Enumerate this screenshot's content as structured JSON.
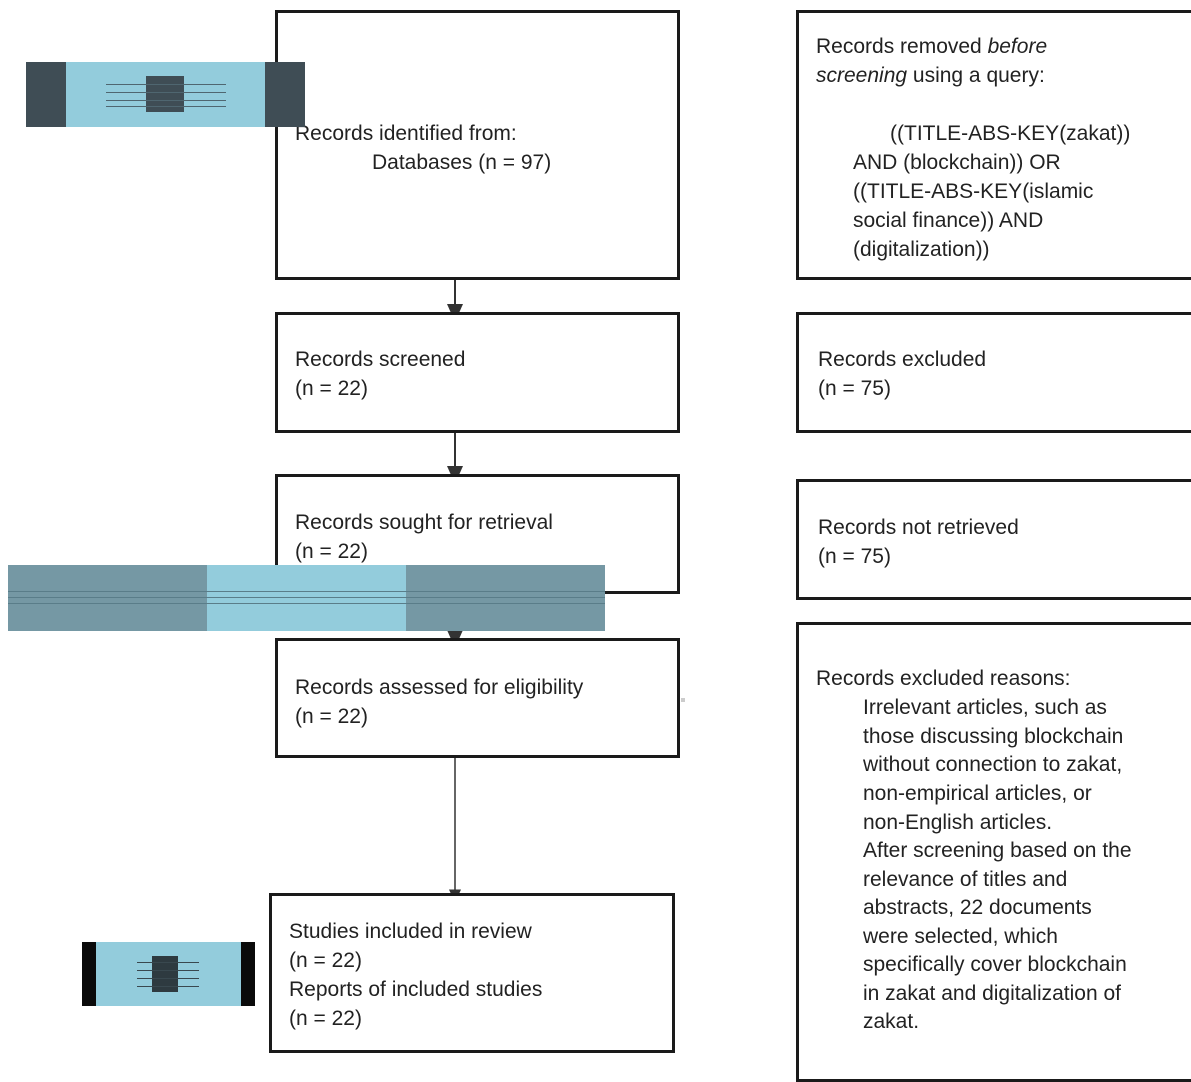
{
  "left_boxes": {
    "identification": {
      "line1": "Records identified from:",
      "line2": "Databases (n = 97)"
    },
    "screening": {
      "line1": "Records screened",
      "line2": "(n = 22)"
    },
    "retrieval": {
      "line1": "Records sought for retrieval",
      "line2": "(n = 22)"
    },
    "eligibility": {
      "line1": "Records assessed for eligibility",
      "line2": "(n = 22)"
    },
    "included": {
      "line1": "Studies included in review",
      "line2": "(n = 22)",
      "line3": "Reports of included studies",
      "line4": "(n = 22)"
    }
  },
  "right_boxes": {
    "removed": {
      "line1": "Records removed ",
      "line1_em": "before",
      "line2_em": "screening",
      "line2": " using a query:",
      "query": [
        "((TITLE-ABS-KEY(zakat))",
        "AND (blockchain)) OR",
        "((TITLE-ABS-KEY(islamic",
        "social finance)) AND",
        "(digitalization))"
      ]
    },
    "excluded": {
      "line1": "Records excluded",
      "line2": "(n = 75)"
    },
    "not_retrieved": {
      "line1": "Records not retrieved",
      "line2": "(n = 75)"
    },
    "reasons": {
      "heading": "Records excluded reasons:",
      "lines": [
        "Irrelevant articles, such as",
        "those discussing blockchain",
        "without connection to zakat,",
        "non-empirical articles, or",
        "non-English articles.",
        "After screening based on the",
        "relevance of titles and",
        "abstracts, 22 documents",
        "were selected, which",
        "specifically cover blockchain",
        "in zakat and digitalization of",
        "zakat."
      ]
    }
  },
  "colors": {
    "border": "#1a1a1a",
    "text": "#222222",
    "band_light": "#93ccdc",
    "band_mid": "#7598a4",
    "band_dark": "#3f4d55"
  }
}
